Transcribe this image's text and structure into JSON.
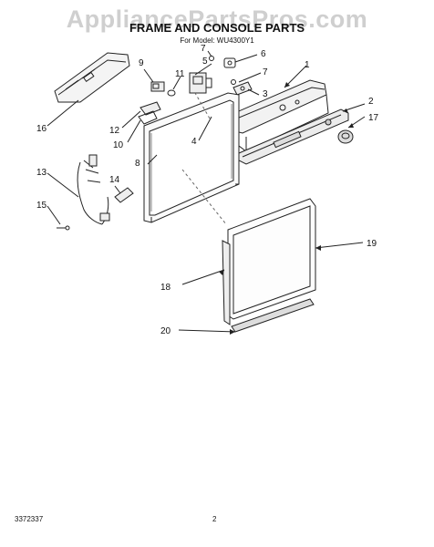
{
  "watermark": "AppliancePartsPros.com",
  "title": "FRAME AND CONSOLE PARTS",
  "subtitle": "For Model: WU4300Y1",
  "callouts": [
    "1",
    "2",
    "3",
    "4",
    "5",
    "6",
    "7",
    "7",
    "8",
    "9",
    "10",
    "11",
    "12",
    "13",
    "14",
    "15",
    "16",
    "17",
    "18",
    "19",
    "20"
  ],
  "footer": {
    "doc_number": "3372337",
    "page_number": "2"
  }
}
